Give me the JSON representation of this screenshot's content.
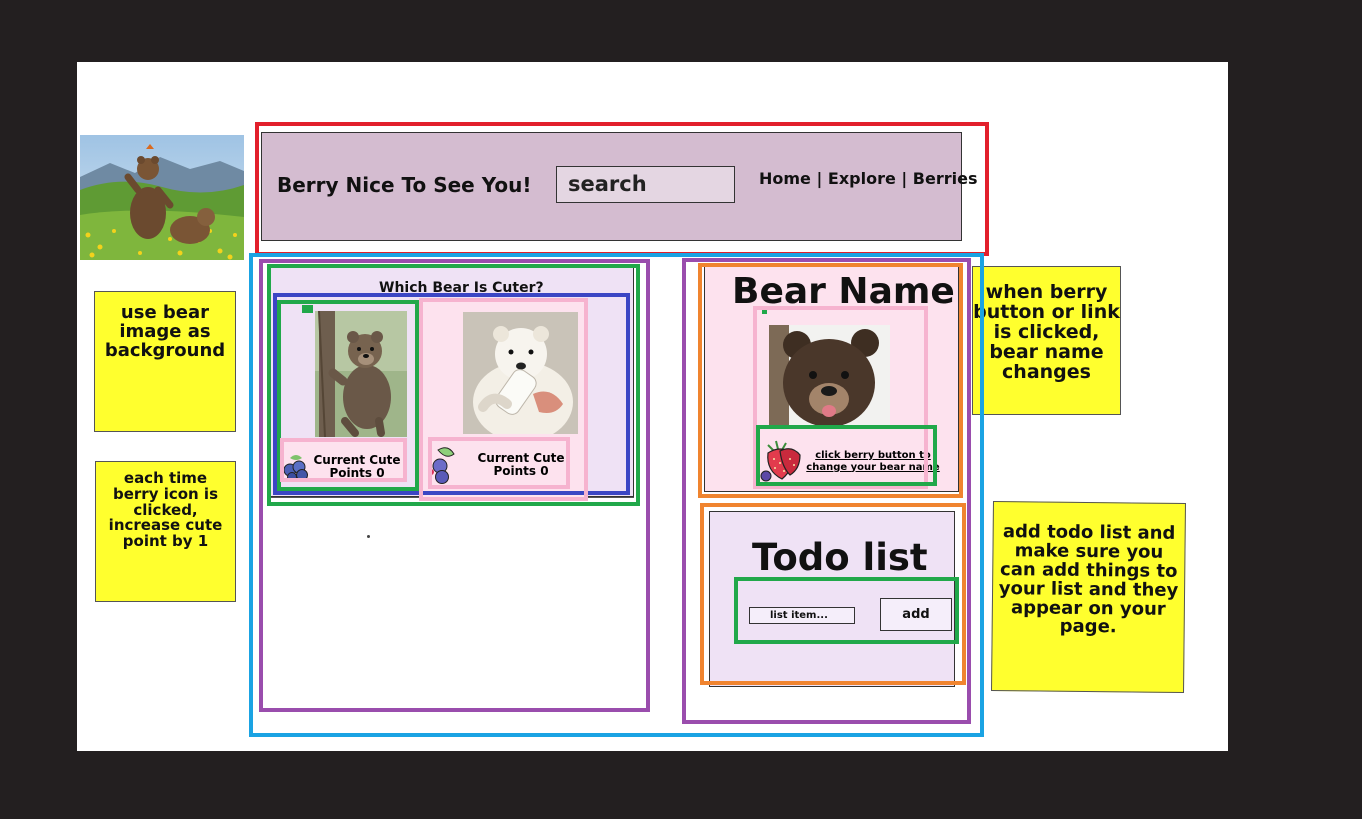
{
  "header": {
    "title": "Berry Nice To See You!",
    "search_placeholder": "search",
    "nav": "Home | Explore | Berries"
  },
  "compare": {
    "title": "Which Bear Is Cuter?",
    "card_left": {
      "points_line1": "Current Cute",
      "points_line2": "Points 0"
    },
    "card_right": {
      "points_line1": "Current Cute",
      "points_line2": "Points 0"
    }
  },
  "bear_panel": {
    "title": "Bear Name",
    "link_line1": "click berry button to",
    "link_line2": "change your bear name"
  },
  "todo": {
    "title": "Todo list",
    "input_placeholder": "list item...",
    "add_label": "add"
  },
  "notes": {
    "background": [
      "use bear",
      "image as",
      "background"
    ],
    "cute_points": [
      "each time",
      "berry icon is",
      "clicked,",
      "increase cute",
      "point by 1"
    ],
    "bear_name": [
      "when berry",
      "button or link",
      "is clicked,",
      "bear name",
      "changes"
    ],
    "todo": [
      "add todo list and",
      "make sure you",
      "can add things to",
      "your list and they",
      "appear on your",
      "page."
    ]
  },
  "colors": {
    "header_bg": "#d4bcd0",
    "panel_bg": "#efe2f5",
    "card_pink_bg": "#fde2ee",
    "note_yellow": "#ffff2e",
    "outline_red": "#e2202c",
    "outline_blue": "#1aa3e3",
    "outline_purple": "#9a4dad",
    "outline_green": "#21a84a",
    "outline_navy": "#3b46c4",
    "outline_pink": "#f6b3cf",
    "outline_orange": "#f0842f"
  }
}
